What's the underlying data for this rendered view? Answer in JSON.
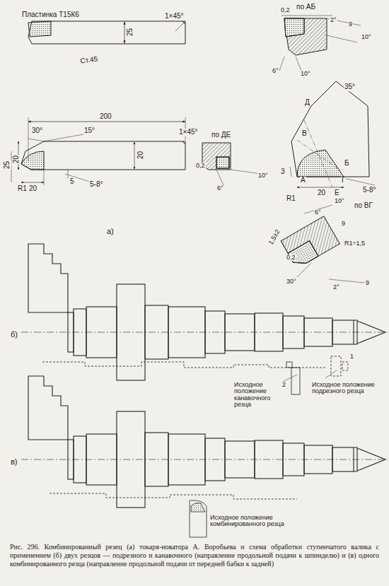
{
  "diagram": {
    "caption": "Рис. 296. Комбинированный резец (а) токаря-новатора А. Воробьева и схема обработки ступенчатого валика с применением (б) двух резцов — подрезного и канавочного (направление продольной подачи к шпинделю) и (в) одного комбинированного резца (направление продольной подачи от передней бабки к задней)",
    "labels": [
      "Пластинка Т15К6",
      "Ст.45",
      "25",
      "1×45°",
      "200",
      "30°",
      "15°",
      "20",
      "5",
      "R1",
      "20",
      "5-8°",
      "25",
      "20",
      "1×45°",
      "а)",
      "по АБ",
      "0,2",
      "2°",
      "9",
      "10°",
      "6°",
      "10°",
      "35°",
      "Д",
      "В",
      "3",
      "А",
      "Б",
      "Г",
      "Е",
      "R1",
      "20",
      "5-8°",
      "по ДЕ",
      "0,2",
      "6°",
      "10°",
      "по ВГ",
      "10°",
      "6°",
      "9",
      "1,5±2",
      "R1÷1,5",
      "0,2",
      "30°",
      "2°",
      "9",
      "б)",
      "Исходное положение канавочного резца",
      "Исходное положение подрезного резца",
      "2",
      "1",
      "в)",
      "Исходное положение комбинированного резца"
    ]
  }
}
